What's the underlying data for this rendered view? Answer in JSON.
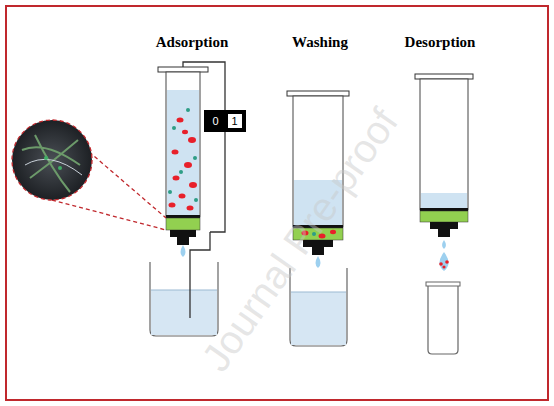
{
  "diagram": {
    "nodes": [
      {
        "text": [
          "0",
          "1"
        ]
      }
    ],
    "labels": [
      "Adsorption",
      "Washing",
      "Desorption",
      "Journal Pre-proof"
    ]
  }
}
